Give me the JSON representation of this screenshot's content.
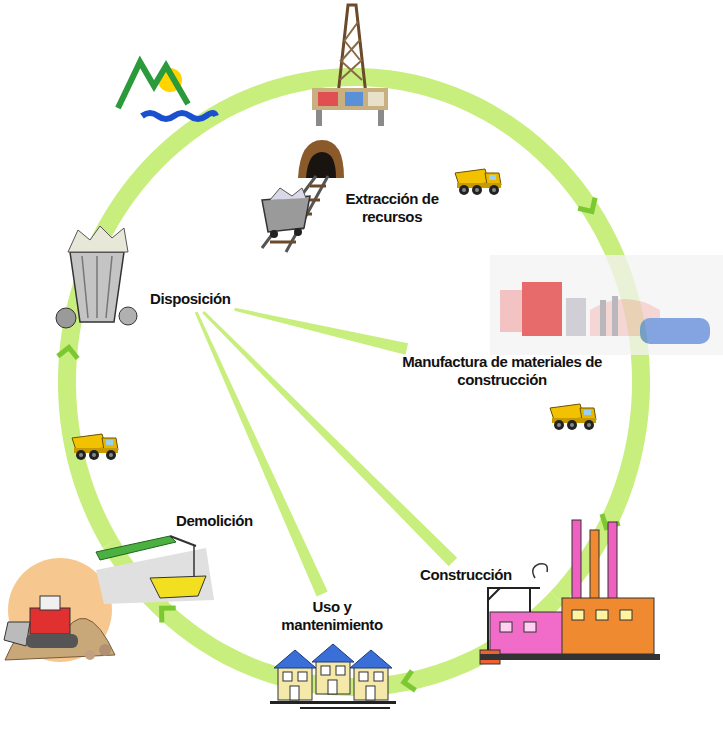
{
  "diagram": {
    "nodes": [
      {
        "text": [
          "Extracción de recursos"
        ]
      },
      {
        "text": [
          "Manufactura de materiales de construcción"
        ]
      },
      {
        "text": [
          "Construcción"
        ]
      },
      {
        "text": [
          "Uso y mantenimiento"
        ]
      },
      {
        "text": [
          "Demolición"
        ]
      },
      {
        "text": [
          "Disposición"
        ]
      }
    ],
    "edges": [
      {
        "from": 0,
        "to": 1,
        "arrow": "to"
      },
      {
        "from": 1,
        "to": 2,
        "arrow": "to"
      },
      {
        "from": 2,
        "to": 3,
        "arrow": "to"
      },
      {
        "from": 3,
        "to": 4,
        "arrow": "to"
      },
      {
        "from": 4,
        "to": 5,
        "arrow": "to"
      },
      {
        "from": 5,
        "to": 0,
        "arrow": "none"
      },
      {
        "from": 5,
        "to": 1,
        "arrow": "none"
      },
      {
        "from": 5,
        "to": 2,
        "arrow": "none"
      },
      {
        "from": 5,
        "to": 3,
        "arrow": "none"
      }
    ]
  }
}
